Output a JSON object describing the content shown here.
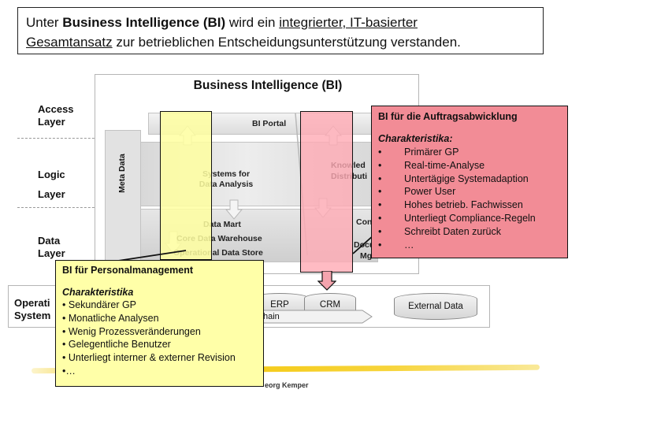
{
  "headline": {
    "part1": "Unter ",
    "bold": "Business Intelligence (BI)",
    "part2": " wird ein ",
    "underline1": "integrierter, IT-basierter",
    "underline2": "Gesamtansatz",
    "part3": " zur betrieblichen Entscheidungsunterstützung verstanden."
  },
  "diagram": {
    "title": "Business Intelligence (BI)",
    "layers": {
      "access_line1": "Access",
      "access_line2": "Layer",
      "logic_line1": "Logic",
      "logic_line2": "Layer",
      "data_line1": "Data",
      "data_line2": "Layer",
      "operational_line1": "Operati",
      "operational_line2": "System"
    },
    "meta_data": "Meta Data",
    "bi_portal": "BI Portal",
    "systems_line1": "Systems for",
    "systems_line2": "Data Analysis",
    "knowledge_line1": "Knowled",
    "knowledge_line2": "Distributi",
    "data_mart": "Data Mart",
    "core_dwh": "Core Data Warehouse",
    "ods": "Operational Data Store",
    "con": "Con",
    "docu_line1": "Docu",
    "docu_line2": "Mg",
    "erp": "ERP",
    "crm": "CRM",
    "external_data": "External Data",
    "chain": "hain",
    "footer_fragment": "eorg Kemper"
  },
  "pink_callout": {
    "title": "BI für die Auftragsabwicklung",
    "subtitle": "Charakteristika:",
    "items": [
      "Primärer GP",
      "Real-time-Analyse",
      "Untertägige Systemadaption",
      "Power User",
      "Hohes betrieb. Fachwissen",
      "Unterliegt Compliance-Regeln",
      "Schreibt Daten zurück",
      "…"
    ]
  },
  "yellow_callout": {
    "title": "BI für Personalmanagement",
    "subtitle": "Charakteristika",
    "items": [
      " Sekundärer GP",
      " Monatliche Analysen",
      " Wenig Prozessveränderungen",
      " Gelegentliche Benutzer",
      " Unterliegt interner & externer Revision",
      "…"
    ]
  },
  "colors": {
    "pink": "#f28c96",
    "yellow": "#ffffa8",
    "accent_stroke": "#f2c400"
  }
}
